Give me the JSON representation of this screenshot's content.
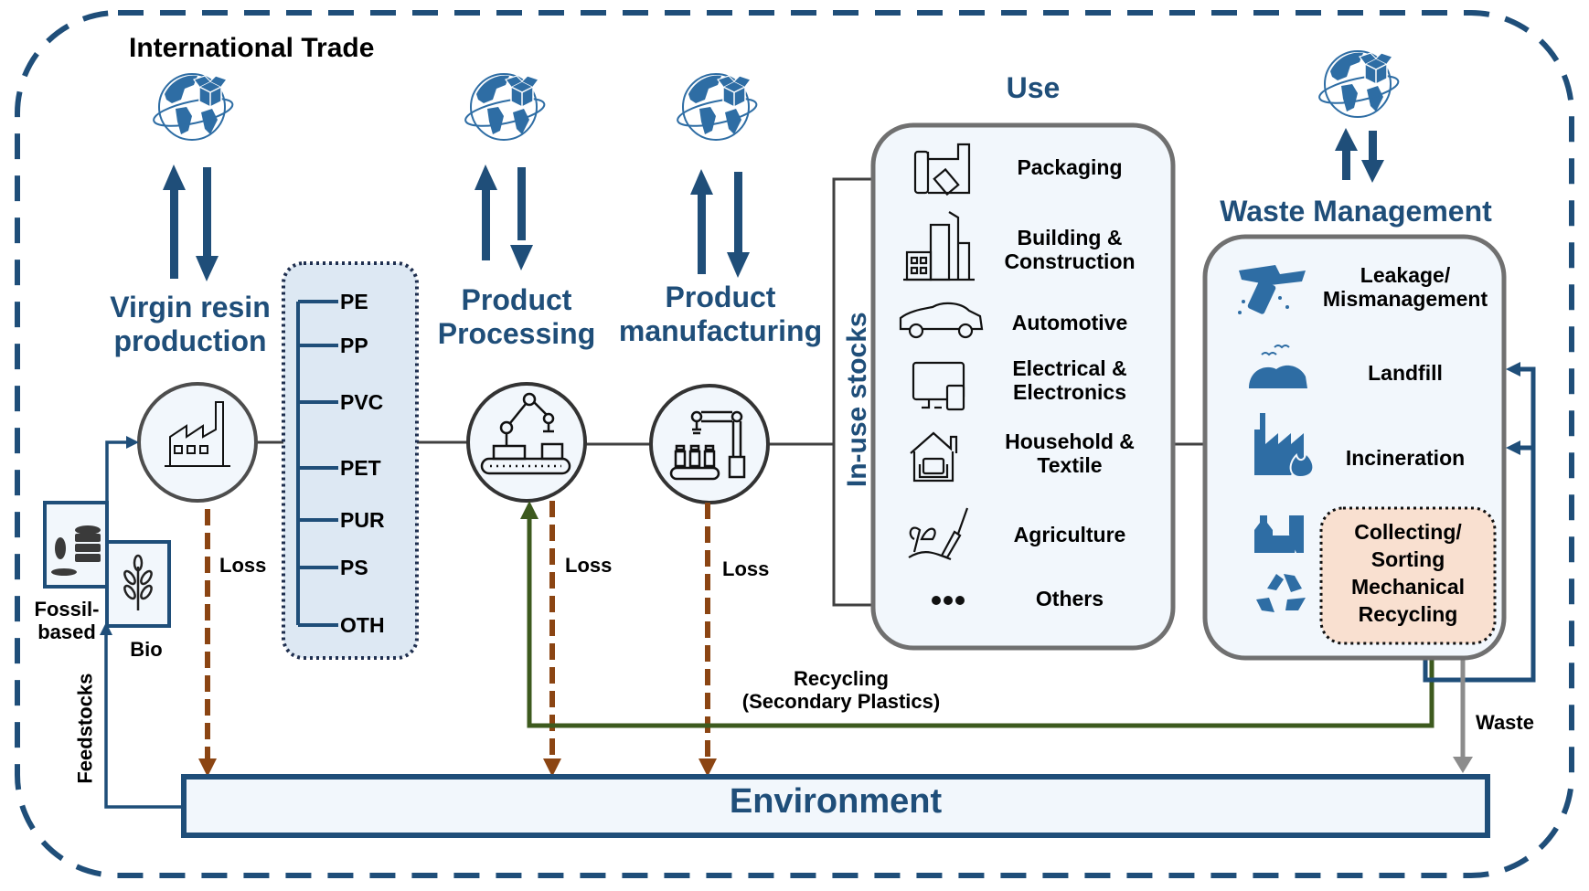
{
  "title": "International Trade",
  "colors": {
    "primary_blue": "#1f4e79",
    "icon_blue": "#2e6da4",
    "loss_brown": "#8b4513",
    "recycling_green": "#3d5a1e",
    "waste_gray": "#8c8c8c",
    "box_fill": "#f2f7fc",
    "resin_fill": "#dde8f3",
    "recycling_fill": "#f9e0d0",
    "box_border": "#707070"
  },
  "stages": {
    "virgin_resin": {
      "line1": "Virgin resin",
      "line2": "production",
      "icon": "factory-icon"
    },
    "product_processing": {
      "line1": "Product",
      "line2": "Processing",
      "icon": "robot-arm-conveyor-icon"
    },
    "product_manufacturing": {
      "line1": "Product",
      "line2": "manufacturing",
      "icon": "bottling-robot-icon"
    },
    "use": {
      "title": "Use",
      "stocks_label": "In-use stocks"
    },
    "waste_management": {
      "title": "Waste Management"
    }
  },
  "feedstocks": {
    "label": "Feedstocks",
    "fossil": {
      "line1": "Fossil-",
      "line2": "based",
      "icon": "oil-barrels-icon"
    },
    "bio": {
      "label": "Bio",
      "icon": "wheat-icon"
    }
  },
  "resin_types": [
    "PE",
    "PP",
    "PVC",
    "PET",
    "PUR",
    "PS",
    "OTH"
  ],
  "use_sectors": [
    {
      "line1": "Packaging",
      "line2": "",
      "icon": "packaging-icon"
    },
    {
      "line1": "Building &",
      "line2": "Construction",
      "icon": "buildings-icon"
    },
    {
      "line1": "Automotive",
      "line2": "",
      "icon": "car-icon"
    },
    {
      "line1": "Electrical &",
      "line2": "Electronics",
      "icon": "computer-devices-icon"
    },
    {
      "line1": "Household &",
      "line2": "Textile",
      "icon": "house-icon"
    },
    {
      "line1": "Agriculture",
      "line2": "",
      "icon": "plant-trowel-icon"
    },
    {
      "line1": "Others",
      "line2": "",
      "icon": "ellipsis-icon"
    }
  ],
  "waste_routes": [
    {
      "line1": "Leakage/",
      "line2": "Mismanagement",
      "icon": "ocean-bottle-icon"
    },
    {
      "line1": "Landfill",
      "line2": "",
      "icon": "landfill-icon"
    },
    {
      "line1": "Incineration",
      "line2": "",
      "icon": "incinerator-fire-icon"
    }
  ],
  "recycling_box": {
    "lines": [
      "Collecting/",
      "Sorting",
      "Mechanical",
      "Recycling"
    ]
  },
  "flows": {
    "loss": "Loss",
    "recycling_line1": "Recycling",
    "recycling_line2": "(Secondary Plastics)",
    "waste": "Waste"
  },
  "environment": "Environment"
}
